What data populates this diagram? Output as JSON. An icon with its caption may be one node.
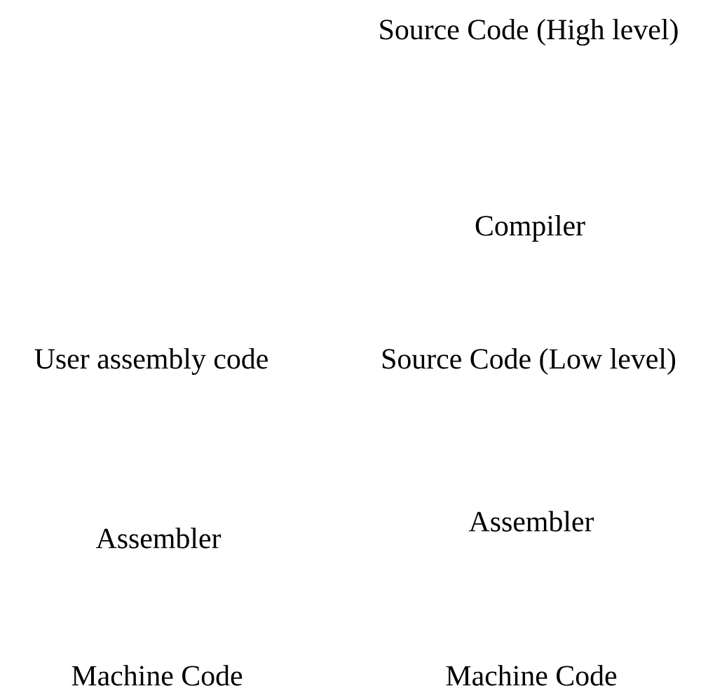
{
  "diagram": {
    "labels": [
      "Source Code (High level)",
      "Compiler",
      "User assembly code",
      "Source Code (Low level)",
      "Assembler",
      "Assembler",
      "Machine Code",
      "Machine Code"
    ]
  }
}
